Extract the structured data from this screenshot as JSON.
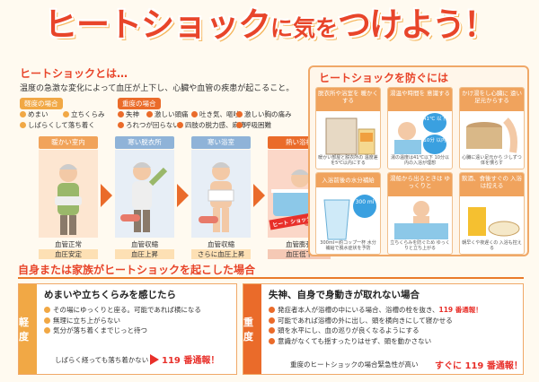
{
  "title": {
    "part1": "ヒートショック",
    "part2": "に気を",
    "part3": "つけよう！"
  },
  "intro": {
    "heading": "ヒートショックとは…",
    "body": "温度の急激な変化によって血圧が上下し、心臓や血管の疾患が起こること。",
    "mild_label": "軽度の場合",
    "mild_symptoms": [
      "めまい",
      "立ちくらみ",
      "しばらくして落ち着く"
    ],
    "severe_label": "重度の場合",
    "severe_symptoms": [
      "失神",
      "激しい頭痛",
      "吐き気、嘔吐",
      "激しい胸の痛み",
      "ろれつが回らない",
      "四肢の脱力感、麻痺",
      "呼吸困難"
    ]
  },
  "stages": [
    {
      "label": "暖かい室内",
      "cap1": "血管正常",
      "cap2": "血圧安定",
      "color": "#f1a35a"
    },
    {
      "label": "寒い脱衣所",
      "cap1": "血管収縮",
      "cap2": "血圧上昇",
      "color": "#8fb3d8"
    },
    {
      "label": "寒い浴室",
      "cap1": "血管収縮",
      "cap2": "さらに血圧上昇",
      "color": "#8fb3d8"
    },
    {
      "label": "熱い浴槽",
      "cap1": "血管膨張",
      "cap2": "血圧低下",
      "color": "#ea6b2a",
      "badge": "ヒート ショック!"
    }
  ],
  "prevent": {
    "heading": "ヒートショックを防ぐには",
    "tiles": [
      {
        "head": "脱衣所や浴室を 暖かくする",
        "foot": "暖かい部屋と脱衣所の 温度差を5℃以内にする"
      },
      {
        "head": "湯温や時間を 意識する",
        "foot": "湯の温度は41℃以下 10分以内の入浴が理想",
        "temp": "41℃ 以下",
        "time": "10分 以内"
      },
      {
        "head": "かけ湯をし心臓に 遠い足元からする",
        "foot": "心臓に遠い足元から 少しずつ体を慣らす"
      },
      {
        "head": "入浴前後の水分補給",
        "foot": "300ml＝約コップ一杯 水分補給で脱水症状を予防",
        "vol": "300 ml"
      },
      {
        "head": "湯船から出るときは ゆっくりと",
        "foot": "立ちくらみを防ぐため ゆっくりと立ち上がる"
      },
      {
        "head": "飲酒、食後すぐの 入浴は控える",
        "foot": "朝早くや夜遅くの 入浴も控える"
      }
    ]
  },
  "bottom": {
    "heading": "自身または家族がヒートショックを起こした場合",
    "mild": {
      "side": "軽度",
      "title": "めまいや立ちくらみを感じたら",
      "items": [
        "その場にゆっくりと座る。可能であれば横になる",
        "無理に立ち上がらない",
        "気分が落ち着くまでじっと待つ"
      ],
      "note": "しばらく経っても落ち着かない",
      "call": "119 番通報！"
    },
    "severe": {
      "side": "重度",
      "title": "失神、自身で身動きが取れない場合",
      "items": [
        "発症者本人が浴槽の中にいる場合、浴槽の栓を抜き、",
        "可能であれば浴槽の外に出し、頭を横向きにして寝かせる",
        "頭を水平にし、血の巡りが良くなるようにする",
        "意識がなくても揺すったりはせず、頭を動かさない"
      ],
      "item1_call": "119 番通報！",
      "note": "重度のヒートショックの場合緊急性が高い",
      "call": "すぐに 119 番通報！"
    }
  }
}
